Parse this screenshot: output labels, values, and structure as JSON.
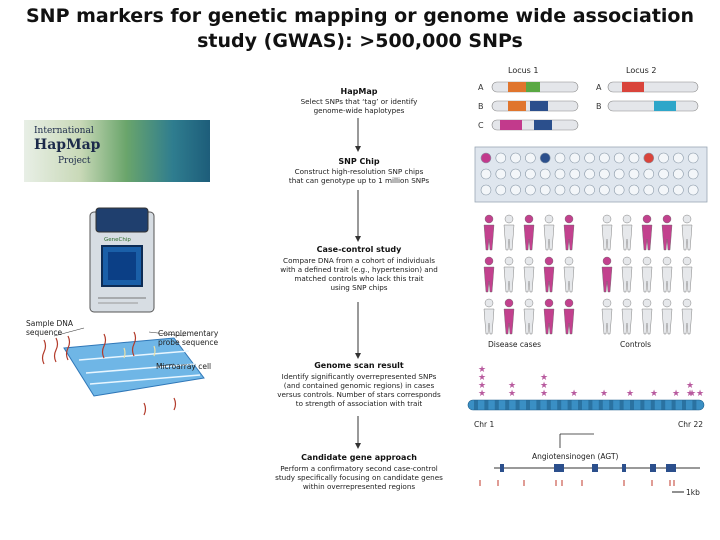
{
  "title": "SNP markers for genetic mapping or genome wide association study (GWAS): >500,000 SNPs",
  "logo": {
    "line1": "International",
    "line2": "HapMap",
    "line3": "Project"
  },
  "steps": [
    {
      "title": "HapMap",
      "desc": [
        "Select SNPs that ‘tag’ or identify",
        "genome-wide haplotypes"
      ]
    },
    {
      "title": "SNP Chip",
      "desc": [
        "Construct high-resolution SNP chips",
        "that can genotype up to 1 million SNPs"
      ]
    },
    {
      "title": "Case-control study",
      "desc": [
        "Compare DNA from a cohort of individuals",
        "with a defined trait (e.g., hypertension) and",
        "matched controls who lack this trait",
        "using SNP chips"
      ]
    },
    {
      "title": "Genome scan result",
      "desc": [
        "Identify significantly overrepresented SNPs",
        "(and contained genomic regions) in cases",
        "versus controls. Number of stars corresponds",
        "to strength of association with trait"
      ]
    },
    {
      "title": "Candidate gene approach",
      "desc": [
        "Perform a confirmatory second case-control",
        "study specifically focusing on candidate genes",
        "within overrepresented regions"
      ]
    }
  ],
  "microarray": {
    "sample_label": [
      "Sample DNA",
      "sequence"
    ],
    "probe_label": [
      "Complementary",
      "probe sequence"
    ],
    "cell_label": "Microarray cell",
    "chip_brand": "GeneChip"
  },
  "loci": {
    "locus1": "Locus 1",
    "locus2": "Locus 2",
    "rows1": [
      "A",
      "B",
      "C"
    ],
    "rows2": [
      "A",
      "B"
    ]
  },
  "population": {
    "cases_label": "Disease cases",
    "controls_label": "Controls"
  },
  "genome_scan": {
    "chr_left": "Chr 1",
    "chr_right": "Chr 22",
    "star_counts": [
      4,
      2,
      3,
      1,
      1,
      1,
      1,
      1,
      1,
      1,
      2
    ]
  },
  "gene": {
    "name": "Angiotensinogen (AGT)",
    "scale": "1kb"
  },
  "colors": {
    "case": "#c2418e",
    "control": "#9aa0a6",
    "chip": "#1a5fa8",
    "chromosome": "#3a8fc4",
    "star": "#b85a9e",
    "orange": "#e0752d",
    "green": "#5aa843",
    "red": "#d9443b",
    "cyan": "#2ea6c9",
    "magenta": "#c23a8c",
    "navy": "#2b4f8c"
  }
}
